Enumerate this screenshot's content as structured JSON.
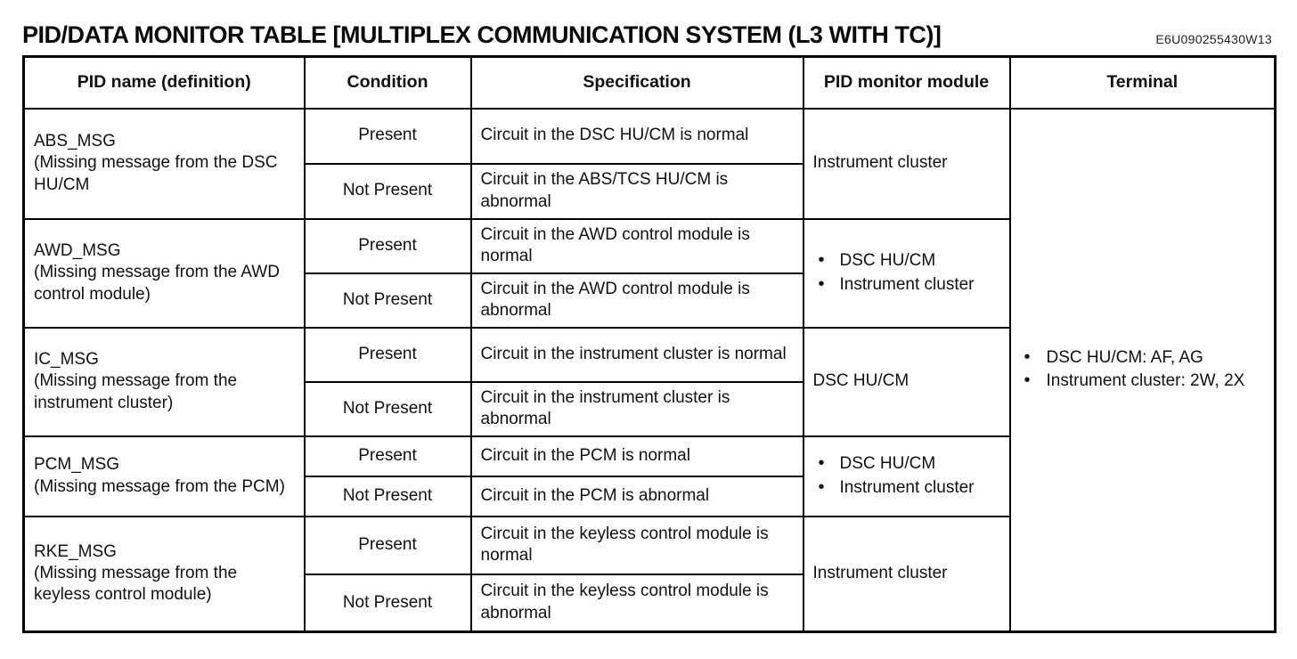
{
  "page": {
    "title": "PID/DATA MONITOR TABLE [MULTIPLEX COMMUNICATION SYSTEM (L3 WITH TC)]",
    "doc_code": "E6U090255430W13"
  },
  "table": {
    "headers": {
      "pid_name": "PID name (definition)",
      "condition": "Condition",
      "specification": "Specification",
      "monitor_module": "PID monitor module",
      "terminal": "Terminal"
    },
    "rows": [
      {
        "pid_name": "ABS_MSG",
        "pid_definition": "(Missing message from the DSC HU/CM",
        "conditions": [
          {
            "condition": "Present",
            "specification": "Circuit in the DSC HU/CM is normal"
          },
          {
            "condition": "Not Present",
            "specification": "Circuit in the ABS/TCS HU/CM is abnormal"
          }
        ],
        "monitor_modules": [
          "Instrument cluster"
        ]
      },
      {
        "pid_name": "AWD_MSG",
        "pid_definition": "(Missing message from the AWD control module)",
        "conditions": [
          {
            "condition": "Present",
            "specification": "Circuit in the AWD control module is normal"
          },
          {
            "condition": "Not Present",
            "specification": "Circuit in the AWD control module is abnormal"
          }
        ],
        "monitor_modules": [
          "DSC HU/CM",
          "Instrument cluster"
        ]
      },
      {
        "pid_name": "IC_MSG",
        "pid_definition": "(Missing message from the instrument cluster)",
        "conditions": [
          {
            "condition": "Present",
            "specification": "Circuit in the instrument cluster is normal"
          },
          {
            "condition": "Not Present",
            "specification": "Circuit in the instrument cluster is abnormal"
          }
        ],
        "monitor_modules": [
          "DSC HU/CM"
        ]
      },
      {
        "pid_name": "PCM_MSG",
        "pid_definition": "(Missing message from the PCM)",
        "conditions": [
          {
            "condition": "Present",
            "specification": "Circuit in the PCM is normal"
          },
          {
            "condition": "Not Present",
            "specification": "Circuit in the PCM is abnormal"
          }
        ],
        "monitor_modules": [
          "DSC HU/CM",
          "Instrument cluster"
        ]
      },
      {
        "pid_name": "RKE_MSG",
        "pid_definition": "(Missing message from the keyless control module)",
        "conditions": [
          {
            "condition": "Present",
            "specification": "Circuit in the keyless control module is normal"
          },
          {
            "condition": "Not Present",
            "specification": "Circuit in the keyless control module is abnormal"
          }
        ],
        "monitor_modules": [
          "Instrument cluster"
        ]
      }
    ],
    "terminal": {
      "items": [
        "DSC HU/CM: AF, AG",
        "Instrument cluster: 2W, 2X"
      ]
    }
  }
}
